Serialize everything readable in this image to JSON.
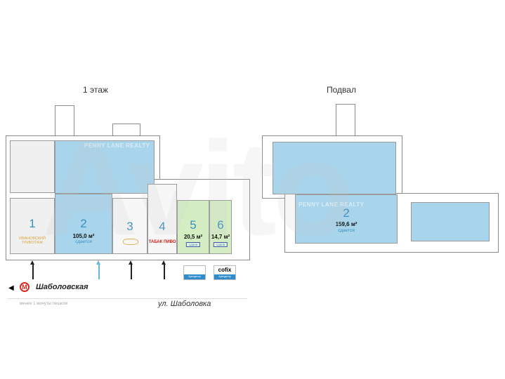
{
  "floor1": {
    "title": "1 этаж",
    "rooms": [
      {
        "number": "1",
        "tenant": "ИВАНОВСКИЙ ТРИКОТАЖ"
      },
      {
        "number": "2",
        "area": "105,0 м²",
        "status": "сдается"
      },
      {
        "number": "3"
      },
      {
        "number": "4",
        "tenant": "ТАБАК ПИВО"
      },
      {
        "number": "5",
        "area": "20,5 м²",
        "status": "сдана"
      },
      {
        "number": "6",
        "area": "14,7 м²",
        "status": "сдана"
      }
    ],
    "logos": [
      "cofix"
    ],
    "logo_caption": "Арендатор"
  },
  "metro": {
    "name": "Шаболовская",
    "note": "менее 1 минуты пешком"
  },
  "street": "ул. Шаболовка",
  "basement": {
    "title": "Подвал",
    "room": {
      "number": "2",
      "area": "159,6 м²",
      "status": "сдается"
    }
  },
  "watermarks": {
    "agency": "PENNY LANE REALTY",
    "site": "Avito"
  },
  "colors": {
    "available": "#a8d5ec",
    "leased": "#d5edc3",
    "metro": "#d6291f"
  }
}
